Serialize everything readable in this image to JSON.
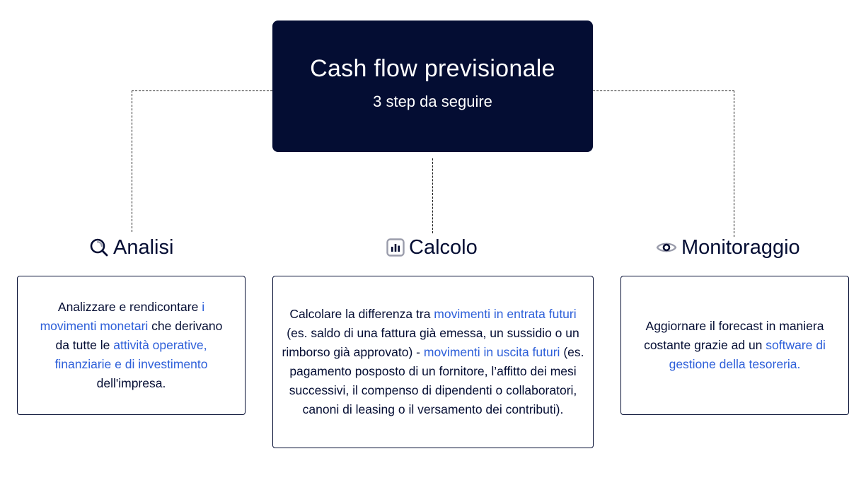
{
  "header": {
    "title": "Cash flow previsionale",
    "subtitle": "3 step da seguire"
  },
  "steps": [
    {
      "title": "Analisi",
      "icon": "search-icon",
      "description": {
        "segments": [
          {
            "text": "Analizzare e rendicontare ",
            "highlight": false
          },
          {
            "text": "i movimenti monetari",
            "highlight": true
          },
          {
            "text": " che derivano da tutte le ",
            "highlight": false
          },
          {
            "text": "attività operative, finanziarie e di investimento",
            "highlight": true
          },
          {
            "text": " dell'impresa.",
            "highlight": false
          }
        ]
      }
    },
    {
      "title": "Calcolo",
      "icon": "bar-chart-icon",
      "description": {
        "segments": [
          {
            "text": "Calcolare la differenza tra ",
            "highlight": false
          },
          {
            "text": "movimenti in entrata futuri",
            "highlight": true
          },
          {
            "text": " (es. saldo di una fattura già emessa, un sussidio o un rimborso già approvato) - ",
            "highlight": false
          },
          {
            "text": "movimenti in uscita futuri",
            "highlight": true
          },
          {
            "text": " (es. pagamento posposto di un fornitore, l’affitto dei mesi successivi, il compenso di dipendenti o collaboratori, canoni di leasing o il versamento dei contributi).",
            "highlight": false
          }
        ]
      }
    },
    {
      "title": "Monitoraggio",
      "icon": "eye-icon",
      "description": {
        "segments": [
          {
            "text": "Aggiornare il forecast in maniera costante grazie ad un ",
            "highlight": false
          },
          {
            "text": "software di gestione della tesoreria.",
            "highlight": true
          }
        ]
      }
    }
  ],
  "colors": {
    "navy": "#040d33",
    "highlight_blue": "#2d5fd9",
    "icon_gray": "#9a9cab",
    "background": "#ffffff"
  }
}
